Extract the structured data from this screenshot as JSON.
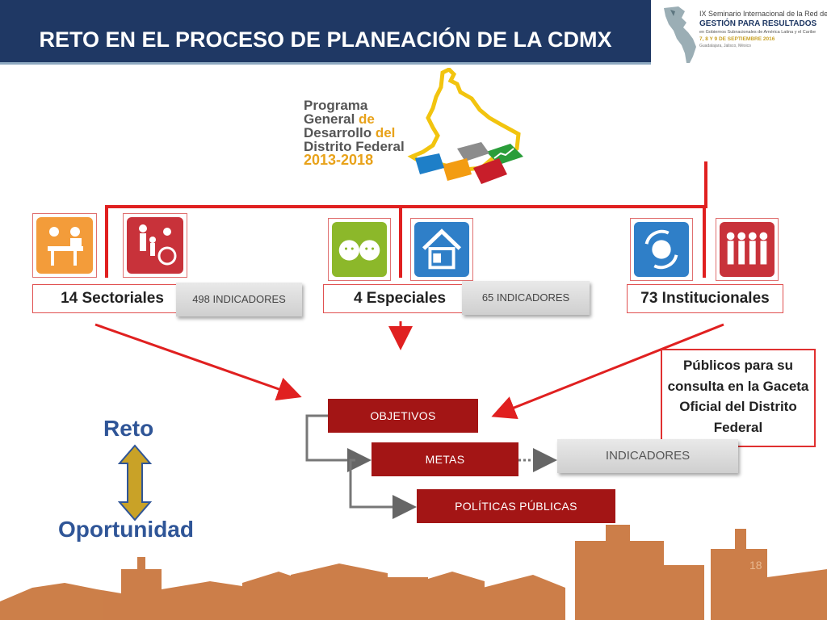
{
  "title": "RETO EN EL PROCESO DE PLANEACIÓN DE LA CDMX",
  "seminar_logo": {
    "line1": "IX Seminario Internacional de la Red de",
    "line2": "GESTIÓN PARA RESULTADOS",
    "line3": "en Gobiernos Subnacionales de América Latina y el Caribe",
    "line4": "7, 8 Y 9 DE SEPTIEMBRE 2016",
    "line5": "Guadalajara, Jalisco, México"
  },
  "program_logo": {
    "line1": "Programa",
    "line2_a": "General",
    "line2_b": "de",
    "line3_a": "Desarrollo",
    "line3_b": "del",
    "line4": "Distrito Federal",
    "years": "2013-2018"
  },
  "programs": {
    "sectoriales": "14 Sectoriales",
    "sectoriales_indicators": "498 INDICADORES",
    "especiales": "4 Especiales",
    "especiales_indicators": "65 INDICADORES",
    "institucionales": "73 Institucionales"
  },
  "public_note": "Públicos para su consulta en la Gaceta Oficial del Distrito Federal",
  "hierarchy": {
    "objetivos": "OBJETIVOS",
    "metas": "METAS",
    "politicas": "POLÍTICAS PÚBLICAS",
    "indicadores": "INDICADORES"
  },
  "reto": "Reto",
  "oportunidad": "Oportunidad",
  "page_number": "18",
  "icons": [
    "desk-service-icon",
    "family-accessibility-icon",
    "children-faces-icon",
    "housing-icon",
    "recycling-globe-icon",
    "people-group-icon"
  ],
  "colors": {
    "title_bg": "#1f3864",
    "accent_red": "#a31515",
    "line_red": "#e02020",
    "text_blue": "#2f5597",
    "skyline": "#c8743a"
  }
}
